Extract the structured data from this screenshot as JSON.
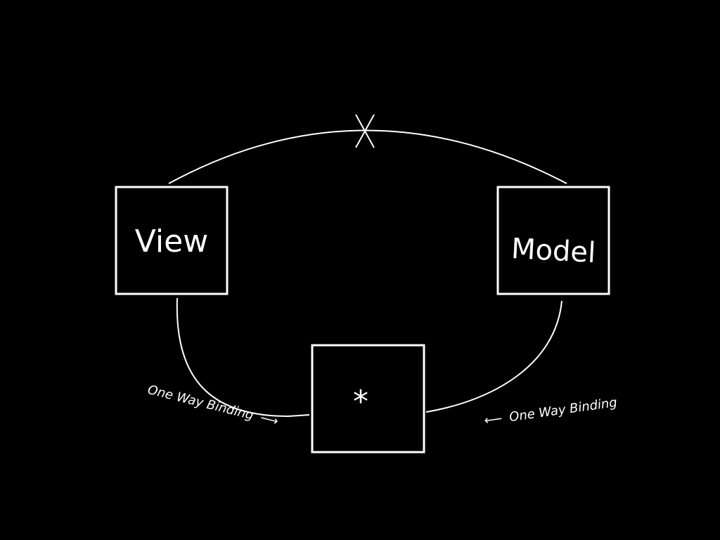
{
  "diagram": {
    "nodes": [
      {
        "id": "view",
        "label": "View"
      },
      {
        "id": "model",
        "label": "Model"
      },
      {
        "id": "middle",
        "label": "*"
      }
    ],
    "edges": [
      {
        "from": "view",
        "to": "model",
        "blocked": true
      },
      {
        "from": "view",
        "to": "middle",
        "label": "One Way Binding"
      },
      {
        "from": "model",
        "to": "middle",
        "label": "One Way Binding"
      }
    ],
    "annotations": {
      "left_binding": "One Way Binding",
      "right_binding": "One Way Binding",
      "left_arrow": "⟶",
      "right_arrow": "⟵"
    },
    "colors": {
      "background": "#000000",
      "stroke": "#ffffff"
    }
  }
}
